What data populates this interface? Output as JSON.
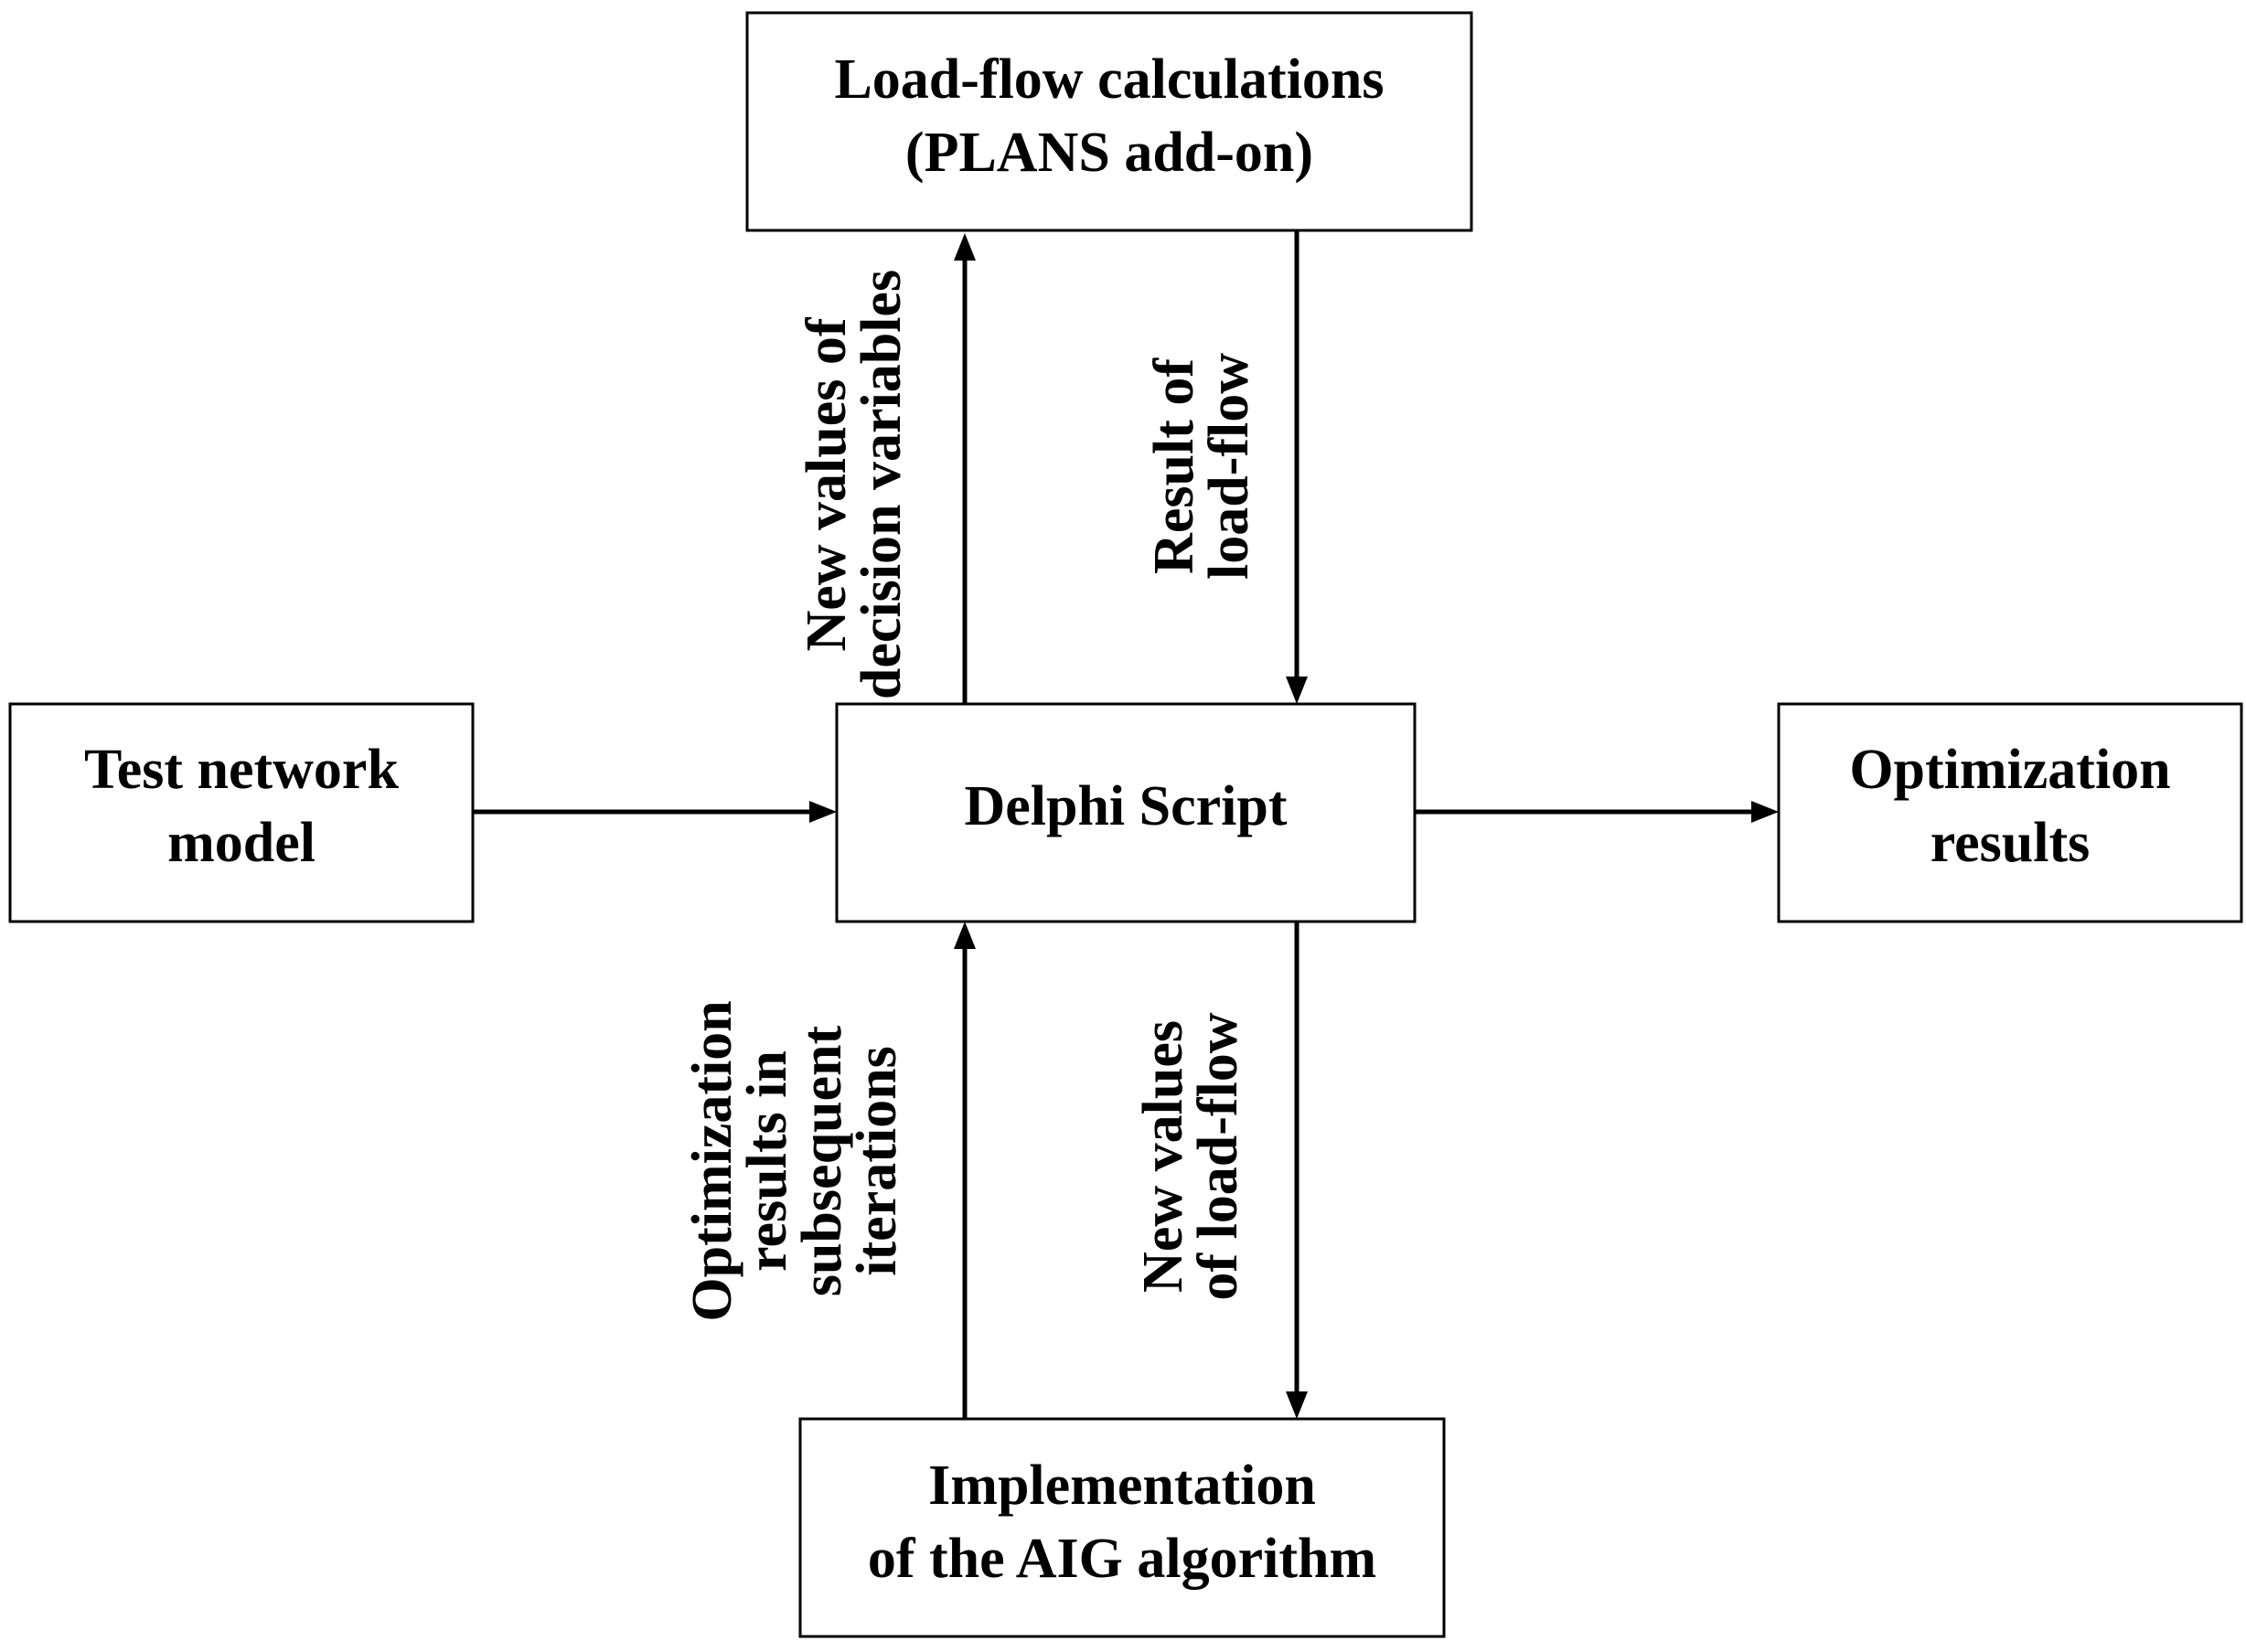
{
  "nodes": {
    "load_flow": {
      "lines": [
        "Load-flow calculations",
        "(PLANS add-on)"
      ]
    },
    "delphi": {
      "lines": [
        "Delphi Script"
      ]
    },
    "test_network": {
      "lines": [
        "Test network",
        "model"
      ]
    },
    "optimization_results": {
      "lines": [
        "Optimization",
        "results"
      ]
    },
    "aig": {
      "lines": [
        "Implementation",
        "of the AIG algorithm"
      ]
    }
  },
  "edges": {
    "new_values_decision": {
      "lines": [
        "New values of",
        "decision variables"
      ]
    },
    "result_load_flow": {
      "lines": [
        "Result of",
        "load-flow"
      ]
    },
    "opt_results_iterations": {
      "lines": [
        "Optimization",
        "results in",
        "subsequent",
        "iterations"
      ]
    },
    "new_values_load_flow": {
      "lines": [
        "New values",
        "of load-flow"
      ]
    }
  },
  "colors": {
    "stroke": "#000000",
    "background": "#ffffff"
  }
}
